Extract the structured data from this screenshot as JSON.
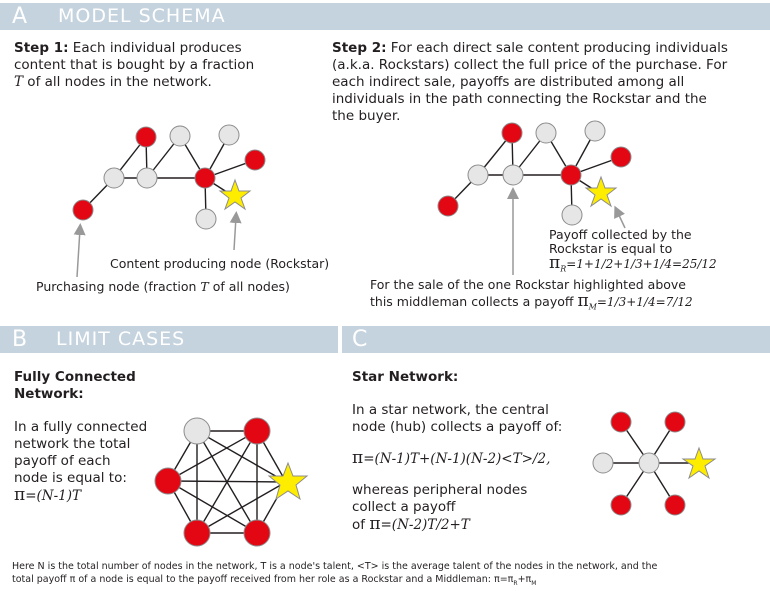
{
  "sectionA": {
    "letter": "A",
    "title": "MODEL SCHEMA"
  },
  "step1": {
    "head": "Step 1:",
    "line1": " Each individual produces",
    "line2": "content that is bought by a fraction",
    "T": "T",
    "line3": " of all nodes in the network."
  },
  "step2": {
    "head": "Step 2:",
    "line1": " For each direct sale content producing individuals",
    "line2": "(a.k.a. Rockstars) collect the full price of the purchase. For",
    "line3": "each indirect sale, payoffs are distributed among all",
    "line4": "individuals in the path connecting the Rockstar and the",
    "line5": "the buyer."
  },
  "labels": {
    "content_node": "Content producing node (Rockstar)",
    "purch_pre": "Purchasing node (fraction ",
    "purch_T": "T",
    "purch_post": " of all nodes)",
    "payoff1": "Payoff collected by the",
    "payoff2": "Rockstar is equal to",
    "pi_sym": "π",
    "pi_R_sub": "R",
    "pi_R_eq": "=1+1/2+1/3+1/4=25/12",
    "middle1": "For the sale of the one Rockstar highlighted above",
    "middle2": "this middleman collects a payoff ",
    "pi_M_sub": "M",
    "pi_M_eq": "=1/3+1/4=7/12"
  },
  "sectionB": {
    "letter": "B",
    "title": "LIMIT CASES"
  },
  "sectionC": {
    "letter": "C"
  },
  "fully": {
    "head": "Fully Connected Network:",
    "l1": "In a fully connected",
    "l2": "network the total",
    "l3": "payoff of each",
    "l4": "node is equal to:",
    "pi": "π",
    "eq": "=(N-1)T"
  },
  "star": {
    "head": "Star Network:",
    "l1": "In a star network, the central",
    "l2": "node (hub) collects a payoff of:",
    "pi": "π",
    "eq": "=(N-1)T+(N-1)(N-2)<T>/2,",
    "l3": "whereas peripheral nodes",
    "l4": "collect a payoff",
    "l5": "of ",
    "pi2": "π",
    "eq2": "=(N-2)T/2+T"
  },
  "footnote": {
    "line1": "Here N is the total number of nodes in the network, T is a node's talent, <T> is the average talent of the nodes in the network, and the",
    "line2": "total payoff π of a node is equal to the payoff received from her role as a Rockstar and a Middleman: π=π",
    "sub_R": "R",
    "plus": "+π",
    "sub_M": "M"
  },
  "colors": {
    "band": "#c5d3df",
    "red": "#e30613",
    "grey": "#e6e6e6",
    "star": "#ffed00",
    "line": "#231f20"
  }
}
